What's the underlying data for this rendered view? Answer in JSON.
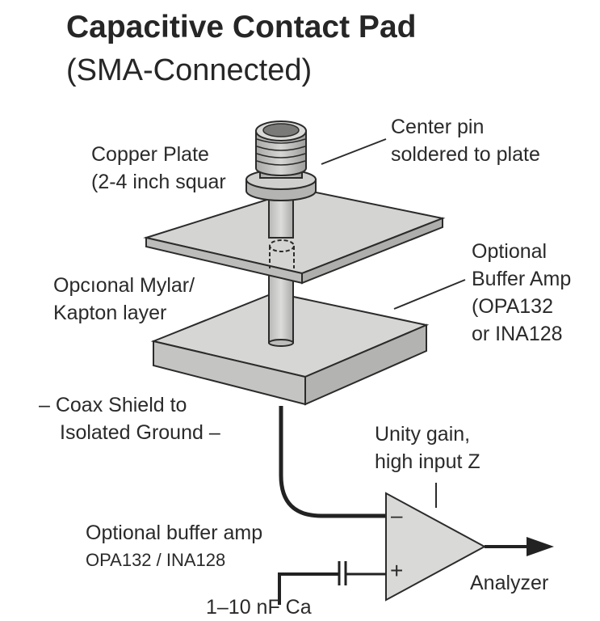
{
  "title": "Capacitive Contact Pad",
  "subtitle": "(SMA-Connected)",
  "labels": {
    "center_pin": [
      "Center pin",
      "soldered to plate"
    ],
    "copper_plate": [
      "Copper Plate",
      "(2-4 inch squar"
    ],
    "mylar": [
      "Opcıonal Mylar/",
      "Kapton layer"
    ],
    "buffer_amp_top": [
      "Optional",
      "Buffer Amp",
      "(OPA132",
      "or INA128"
    ],
    "coax_shield": [
      "– Coax Shield to",
      "Isolated Ground –"
    ],
    "unity_gain": [
      "Unity gain,",
      "high input Z"
    ],
    "buffer_amp_bottom": [
      "Optional buffer amp",
      "OPA132 / INA128"
    ],
    "capacitor": "1–10 nF Ca",
    "analyzer": "Analyzer",
    "opamp_minus": "–",
    "opamp_plus": "+"
  },
  "colors": {
    "plate_top": "#d4d4d2",
    "plate_side": "#c2c2c0",
    "plate_front": "#b5b5b3",
    "stroke": "#2b2b2b",
    "pin": "#c9c9c7",
    "connector_top": "#7a7a78"
  },
  "icons": {
    "connector": "sma-connector-icon",
    "opamp": "op-amp-triangle-icon",
    "capacitor": "capacitor-symbol-icon",
    "arrow": "arrow-right-icon"
  }
}
